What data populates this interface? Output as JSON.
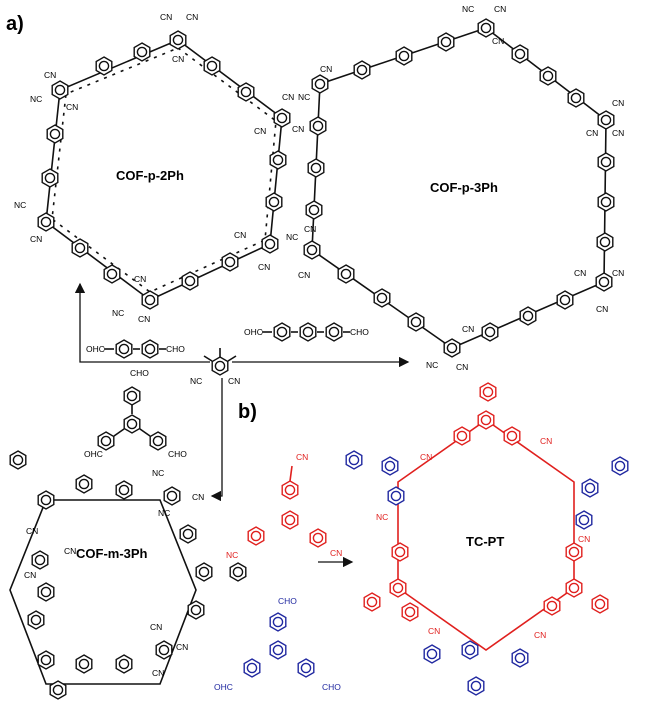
{
  "panels": {
    "a": {
      "label": "a)"
    },
    "b": {
      "label": "b)"
    }
  },
  "frameworks": {
    "cof_p2ph": "COF-p-2Ph",
    "cof_p3ph": "COF-p-3Ph",
    "cof_m3ph": "COF-m-3Ph",
    "tc_pt": "TC-PT"
  },
  "groups": {
    "cn": "CN",
    "nc": "NC",
    "cho": "CHO",
    "ohc": "OHC"
  },
  "colors": {
    "black": "#111111",
    "red": "#e0201e",
    "blue": "#2028a0"
  }
}
